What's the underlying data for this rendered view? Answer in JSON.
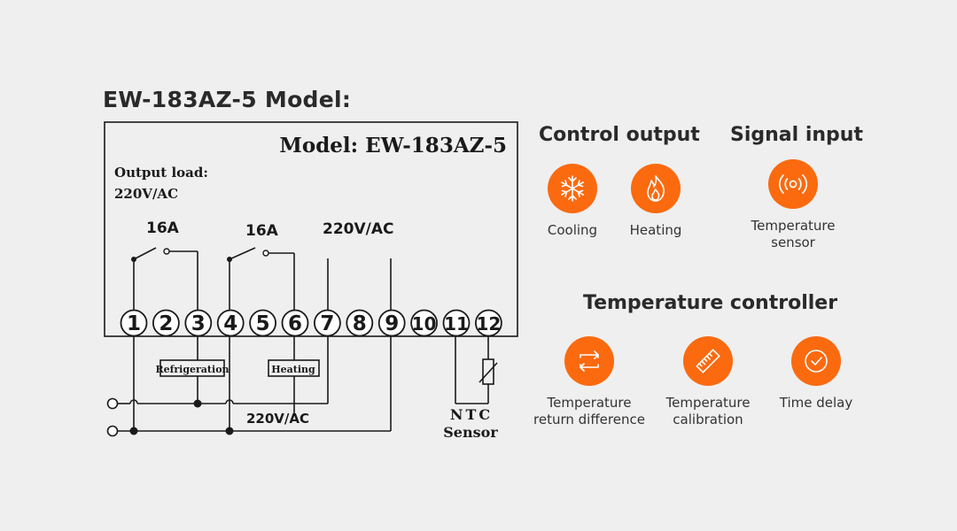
{
  "page_title": "EW-183AZ-5 Model:",
  "diagram": {
    "model_label": "Model: EW-183AZ-5",
    "output_load_label": "Output load:",
    "output_load_value": "220V/AC",
    "relay1_rating": "16A",
    "relay2_rating": "16A",
    "power_label_top": "220V/AC",
    "power_label_bottom": "220V/AC",
    "terminals": [
      "1",
      "2",
      "3",
      "4",
      "5",
      "6",
      "7",
      "8",
      "9",
      "10",
      "11",
      "12"
    ],
    "load_refrigeration": "Refrigeration",
    "load_heating": "Heating",
    "sensor_line1": "NTC",
    "sensor_line2": "Sensor"
  },
  "control_output": {
    "title": "Control output",
    "items": [
      {
        "label": "Cooling",
        "icon": "snowflake-icon"
      },
      {
        "label": "Heating",
        "icon": "flame-icon"
      }
    ]
  },
  "signal_input": {
    "title": "Signal input",
    "items": [
      {
        "label_line1": "Temperature",
        "label_line2": "sensor",
        "icon": "signal-wave-icon"
      }
    ]
  },
  "temperature_controller": {
    "title": "Temperature controller",
    "items": [
      {
        "label_line1": "Temperature",
        "label_line2": "return difference",
        "icon": "return-arrows-icon"
      },
      {
        "label_line1": "Temperature",
        "label_line2": "calibration",
        "icon": "ruler-icon"
      },
      {
        "label": "Time delay",
        "icon": "clock-icon"
      }
    ]
  },
  "colors": {
    "accent": "#fb6a0f",
    "background": "#efefef",
    "line": "#1a1a1a"
  }
}
